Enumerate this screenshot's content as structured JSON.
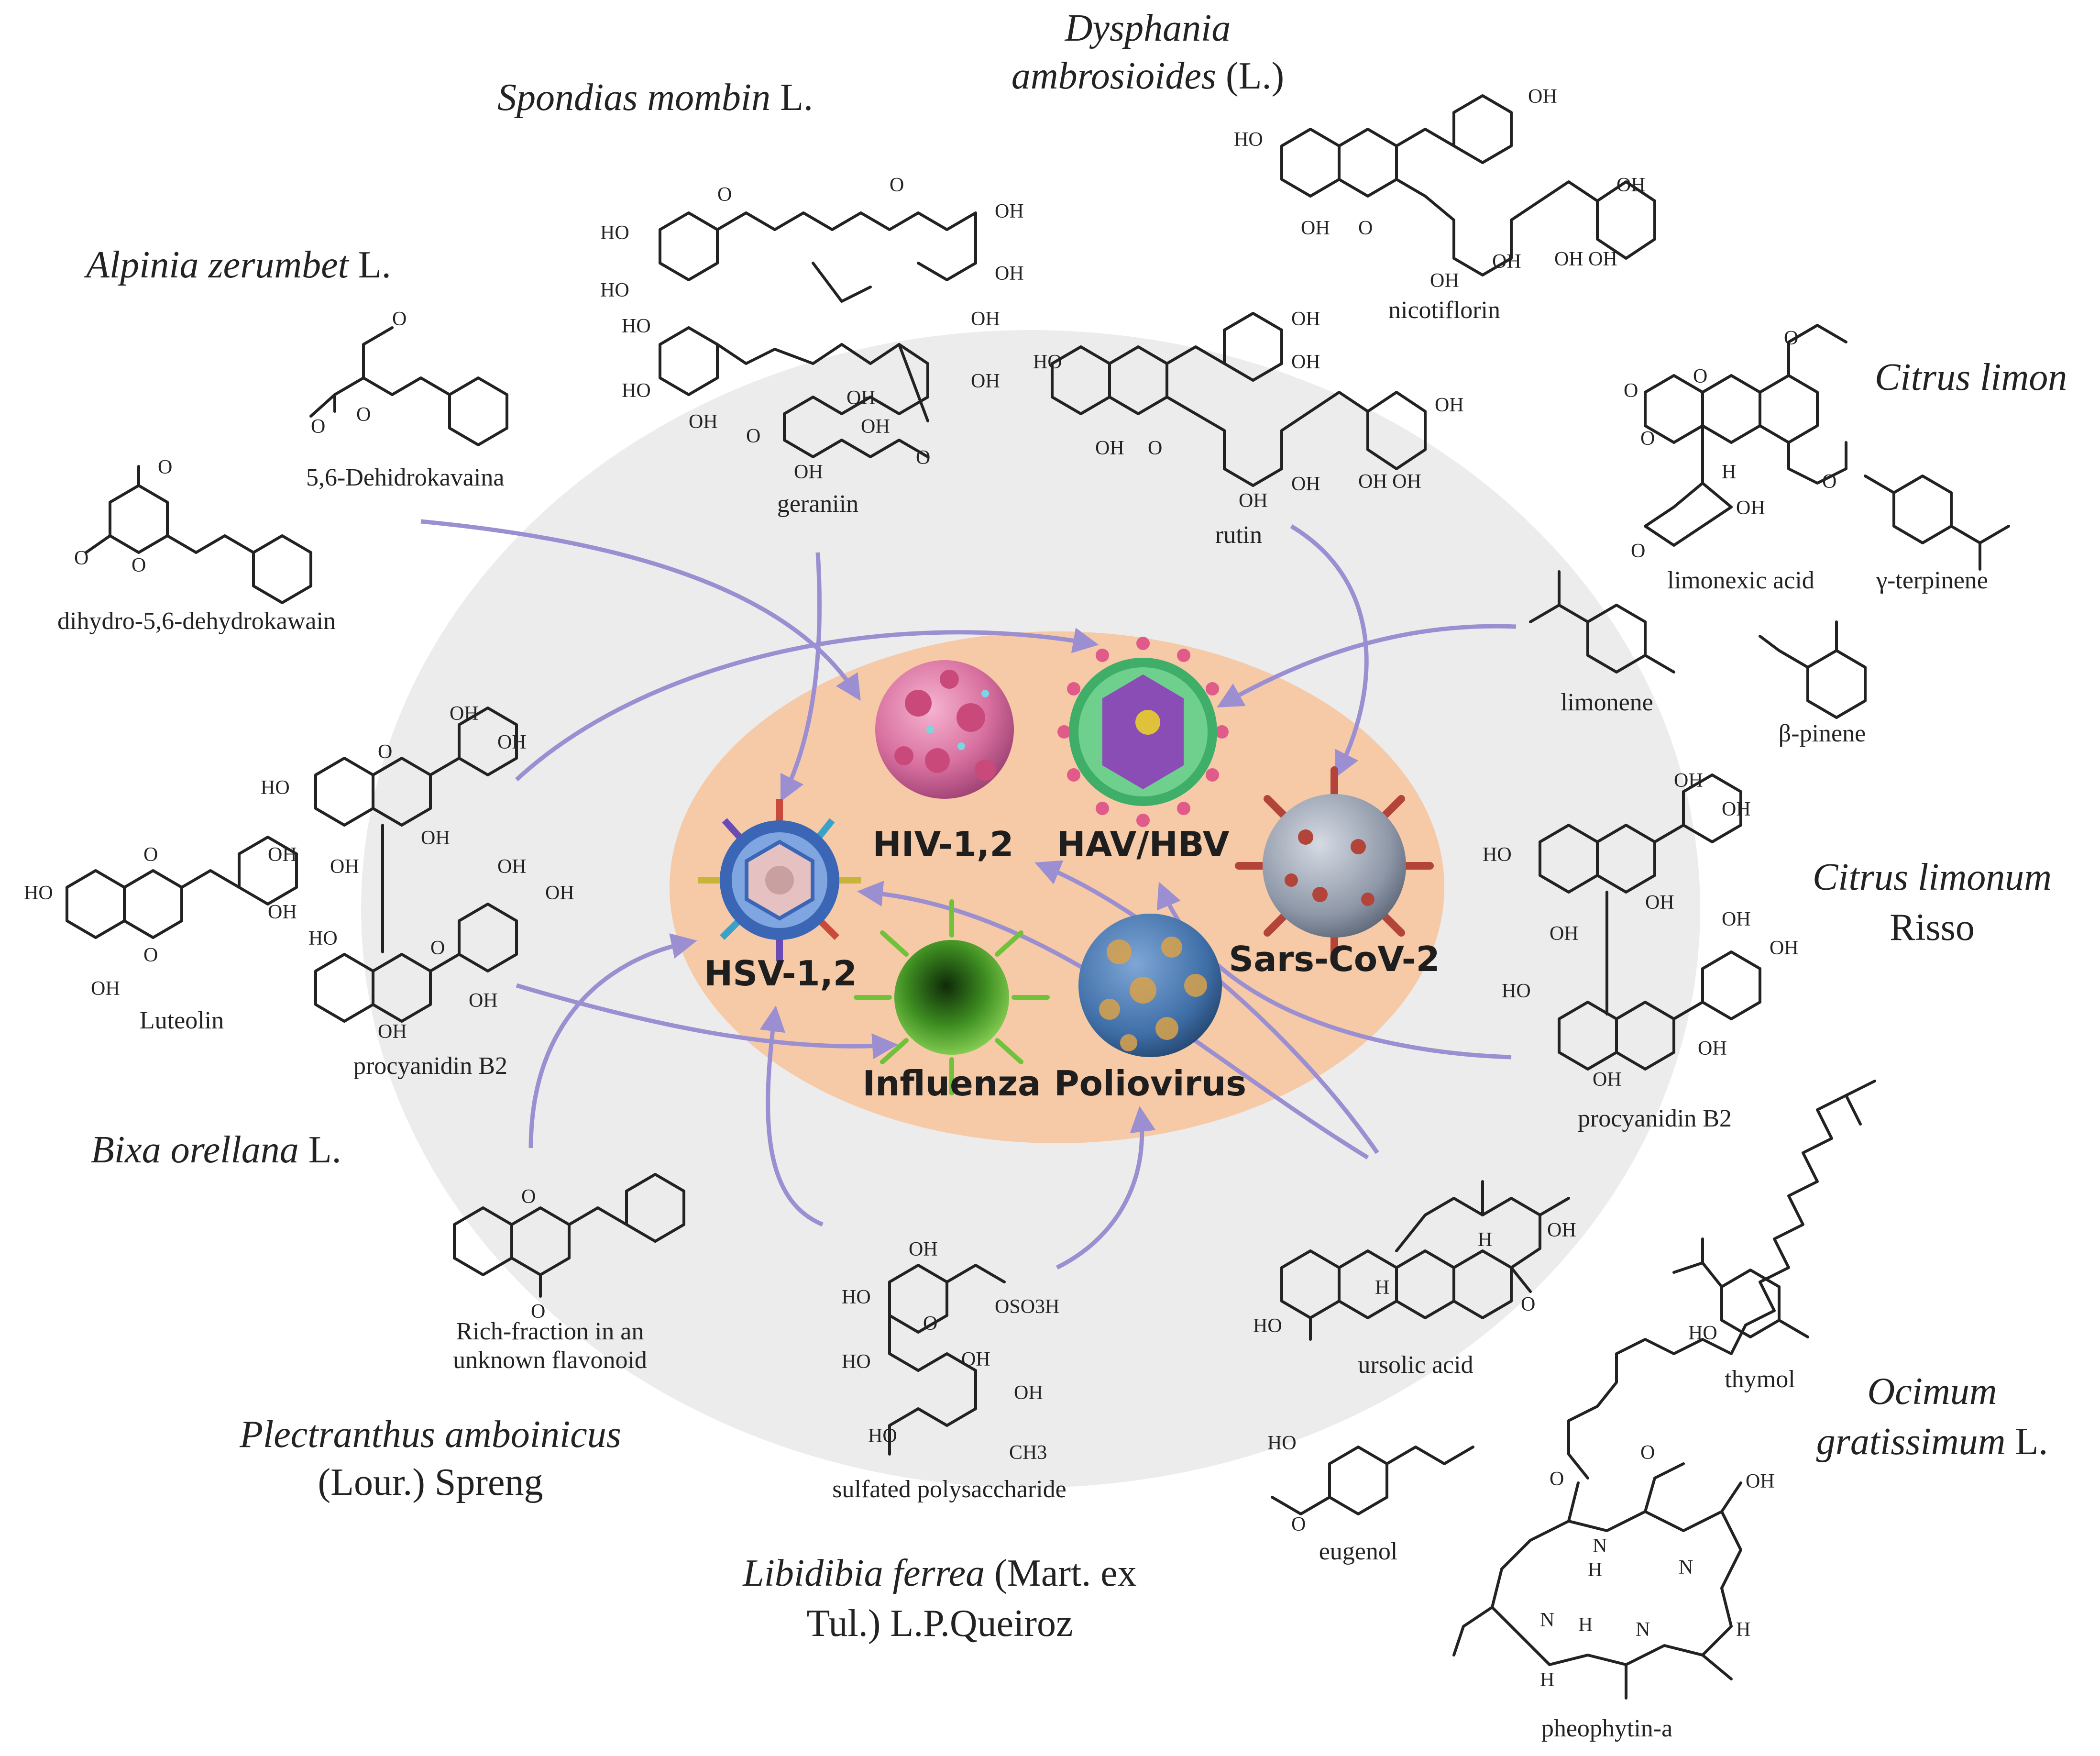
{
  "viruses": [
    {
      "id": "hsv",
      "label": "HSV-1,2"
    },
    {
      "id": "hiv",
      "label": "HIV-1,2"
    },
    {
      "id": "hav",
      "label": "HAV/HBV"
    },
    {
      "id": "sars",
      "label": "Sars-CoV-2"
    },
    {
      "id": "influenza",
      "label": "Influenza"
    },
    {
      "id": "polio",
      "label": "Poliovirus"
    }
  ],
  "plants": [
    {
      "id": "spondias",
      "italic": "Spondias mombin",
      "normal": " L."
    },
    {
      "id": "dysphania",
      "line1_italic": "Dysphania",
      "line2_italic": "ambrosioides",
      "line2_normal": " (L.)"
    },
    {
      "id": "alpinia",
      "italic": "Alpinia zerumbet",
      "normal": " L."
    },
    {
      "id": "citrus-limon",
      "italic": "Citrus limon",
      "normal": ""
    },
    {
      "id": "citrus-limonum",
      "line1_italic": "Citrus limonum",
      "line2_normal": "Risso"
    },
    {
      "id": "bixa",
      "italic": "Bixa orellana",
      "normal": " L."
    },
    {
      "id": "plectranthus",
      "line1_italic": "Plectranthus amboinicus",
      "line2_normal": "(Lour.) Spreng"
    },
    {
      "id": "libidibia",
      "line1_italic": "Libidibia ferrea",
      "line1_normal": " (Mart. ex",
      "line2_normal": "Tul.) L.P.Queiroz"
    },
    {
      "id": "ocimum",
      "line1_italic": "Ocimum",
      "line2_italic": "gratissimum",
      "line2_normal": " L."
    }
  ],
  "compounds": {
    "dehidrokavaina": "5,6-Dehidrokavaina",
    "dihydrokawain": "dihydro-5,6-dehydrokawain",
    "geraniin": "geraniin",
    "nicotiflorin": "nicotiflorin",
    "rutin": "rutin",
    "limonexic": "limonexic acid",
    "terpinene": "γ-terpinene",
    "pinene": "β-pinene",
    "limonene": "limonene",
    "luteolin": "Luteolin",
    "procyanidin_left": "procyanidin B2",
    "procyanidin_right": "procyanidin B2",
    "flavonoid_line1": "Rich-fraction in an",
    "flavonoid_line2": "unknown flavonoid",
    "polysaccharide": "sulfated polysaccharide",
    "ursolic": "ursolic acid",
    "thymol": "thymol",
    "eugenol": "eugenol",
    "pheophytin": "pheophytin-a"
  },
  "atoms": {
    "oh": "OH",
    "ho": "HO",
    "o": "O",
    "h": "H",
    "n": "N",
    "ch3": "CH3",
    "oso3h": "OSO3H",
    "hoh": "OH OH"
  },
  "colors": {
    "outer_ellipse": "#ececec",
    "inner_ellipse": "#f6c9a7",
    "arrow": "#9b8fd1",
    "hsv": "#3a66b5",
    "hiv": "#e07aa8",
    "hav_outer": "#3fae68",
    "hav_inner": "#8a4cb5",
    "hav_spike": "#e05a8a",
    "sars": "#9aa2b0",
    "sars_spike": "#b2443a",
    "influenza": "#4fae2e",
    "polio": "#3f6fa8",
    "polio_patch": "#d9a24a"
  }
}
